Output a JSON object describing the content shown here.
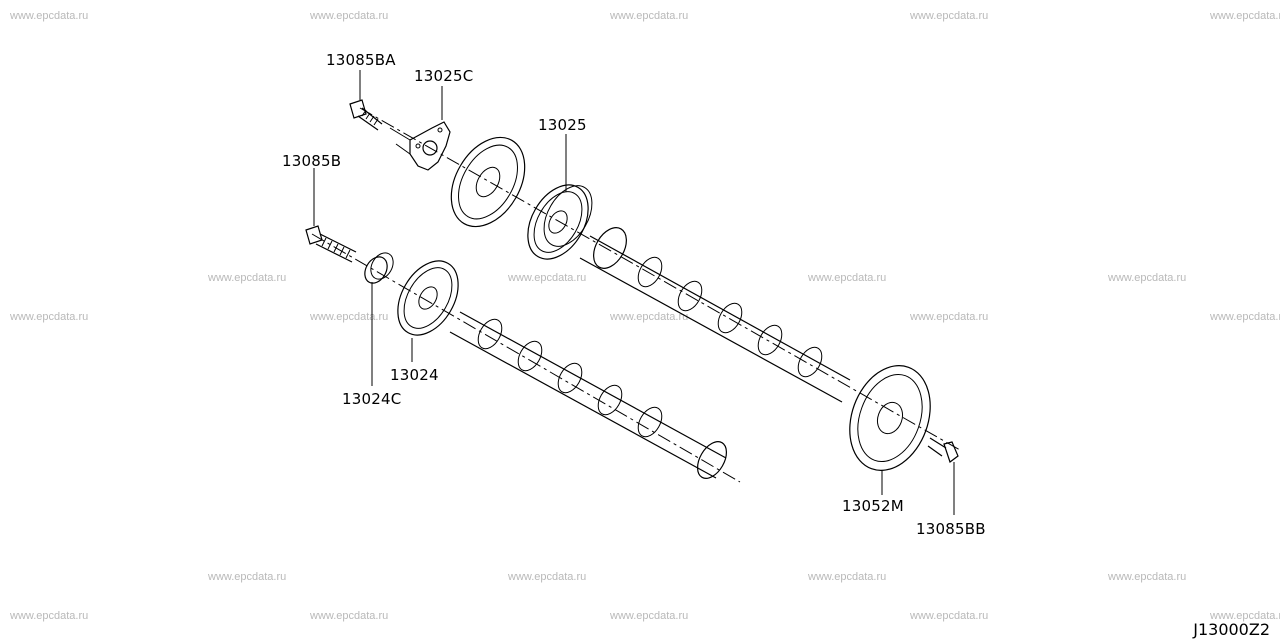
{
  "watermark": "www.epcdata.ru",
  "parts": {
    "p13085BA": "13085BA",
    "p13025C": "13025C",
    "p13025": "13025",
    "p13085B": "13085B",
    "p13024": "13024",
    "p13024C": "13024C",
    "p13052M": "13052M",
    "p13085BB": "13085BB"
  },
  "diagram_code": "J13000Z2"
}
